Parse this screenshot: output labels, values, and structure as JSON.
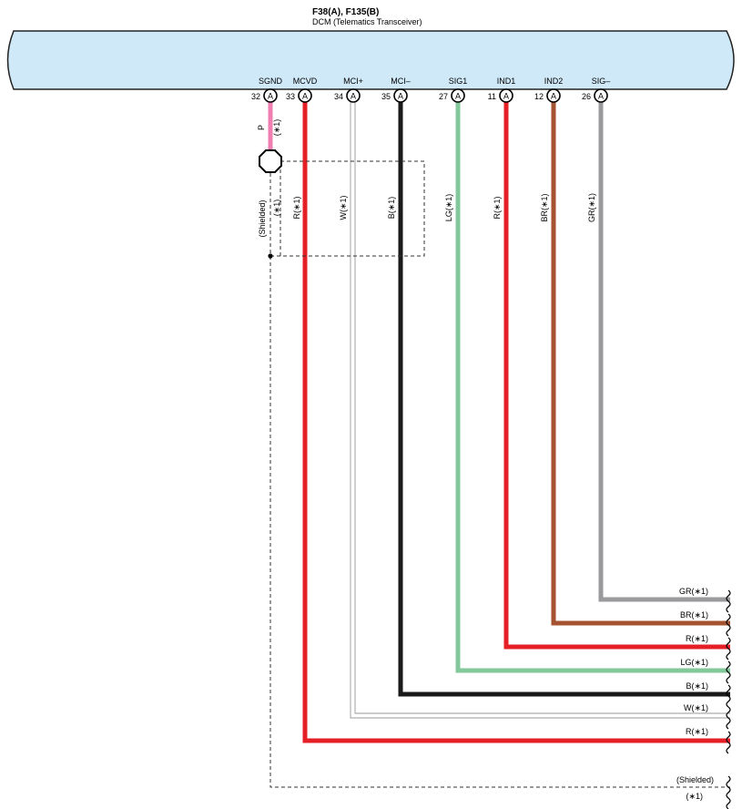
{
  "header": {
    "title": "F38(A), F135(B)",
    "subtitle": "DCM (Telematics Transceiver)"
  },
  "colors": {
    "component_fill": "#cfe9f8",
    "pink": "#ef7fb2",
    "red": "#e41f26",
    "white_wire": "#999999",
    "black": "#1a1a1a",
    "light_green": "#82c89b",
    "brown": "#a4522f",
    "gray": "#9a9a9c",
    "shield": "#333333"
  },
  "pins": [
    {
      "name": "SGND",
      "pin": "32",
      "conn": "A"
    },
    {
      "name": "MCVD",
      "pin": "33",
      "conn": "A"
    },
    {
      "name": "MCI+",
      "pin": "34",
      "conn": "A"
    },
    {
      "name": "MCI–",
      "pin": "35",
      "conn": "A"
    },
    {
      "name": "SIG1",
      "pin": "27",
      "conn": "A"
    },
    {
      "name": "IND1",
      "pin": "11",
      "conn": "A"
    },
    {
      "name": "IND2",
      "pin": "12",
      "conn": "A"
    },
    {
      "name": "SIG–",
      "pin": "26",
      "conn": "A"
    }
  ],
  "vertical_labels": {
    "sgnd_wire": "P",
    "sgnd_note": "(∗1)",
    "shield": "(Shielded)",
    "shield_note": "(∗1)",
    "mcvd": "R(∗1)",
    "mcip": "W(∗1)",
    "mcim": "B(∗1)",
    "sig1": "LG(∗1)",
    "ind1": "R(∗1)",
    "ind2": "BR(∗1)",
    "sigm": "GR(∗1)"
  },
  "right_labels": {
    "sigm": "GR(∗1)",
    "ind2": "BR(∗1)",
    "ind1": "R(∗1)",
    "sig1": "LG(∗1)",
    "mcim": "B(∗1)",
    "mcip": "W(∗1)",
    "mcvd": "R(∗1)",
    "shield": "(Shielded)",
    "shield_note": "(∗1)"
  }
}
